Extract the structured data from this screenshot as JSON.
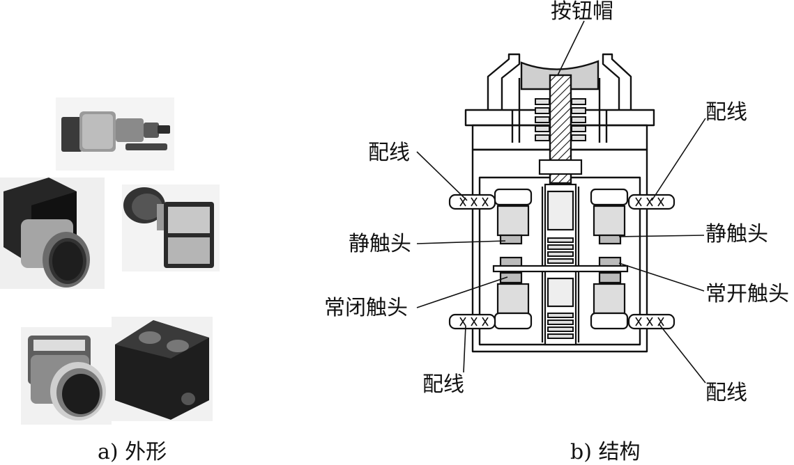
{
  "panels": {
    "a": {
      "caption": "a) 外形"
    },
    "b": {
      "caption": "b) 结构",
      "labels": {
        "button_cap": "按钮帽",
        "wiring_left_top": "配线",
        "wiring_right_top": "配线",
        "static_contact_left": "静触头",
        "static_contact_right": "静触头",
        "nc_contact": "常闭触头",
        "no_contact": "常开触头",
        "wiring_left_bottom": "配线",
        "wiring_right_bottom": "配线"
      }
    }
  }
}
